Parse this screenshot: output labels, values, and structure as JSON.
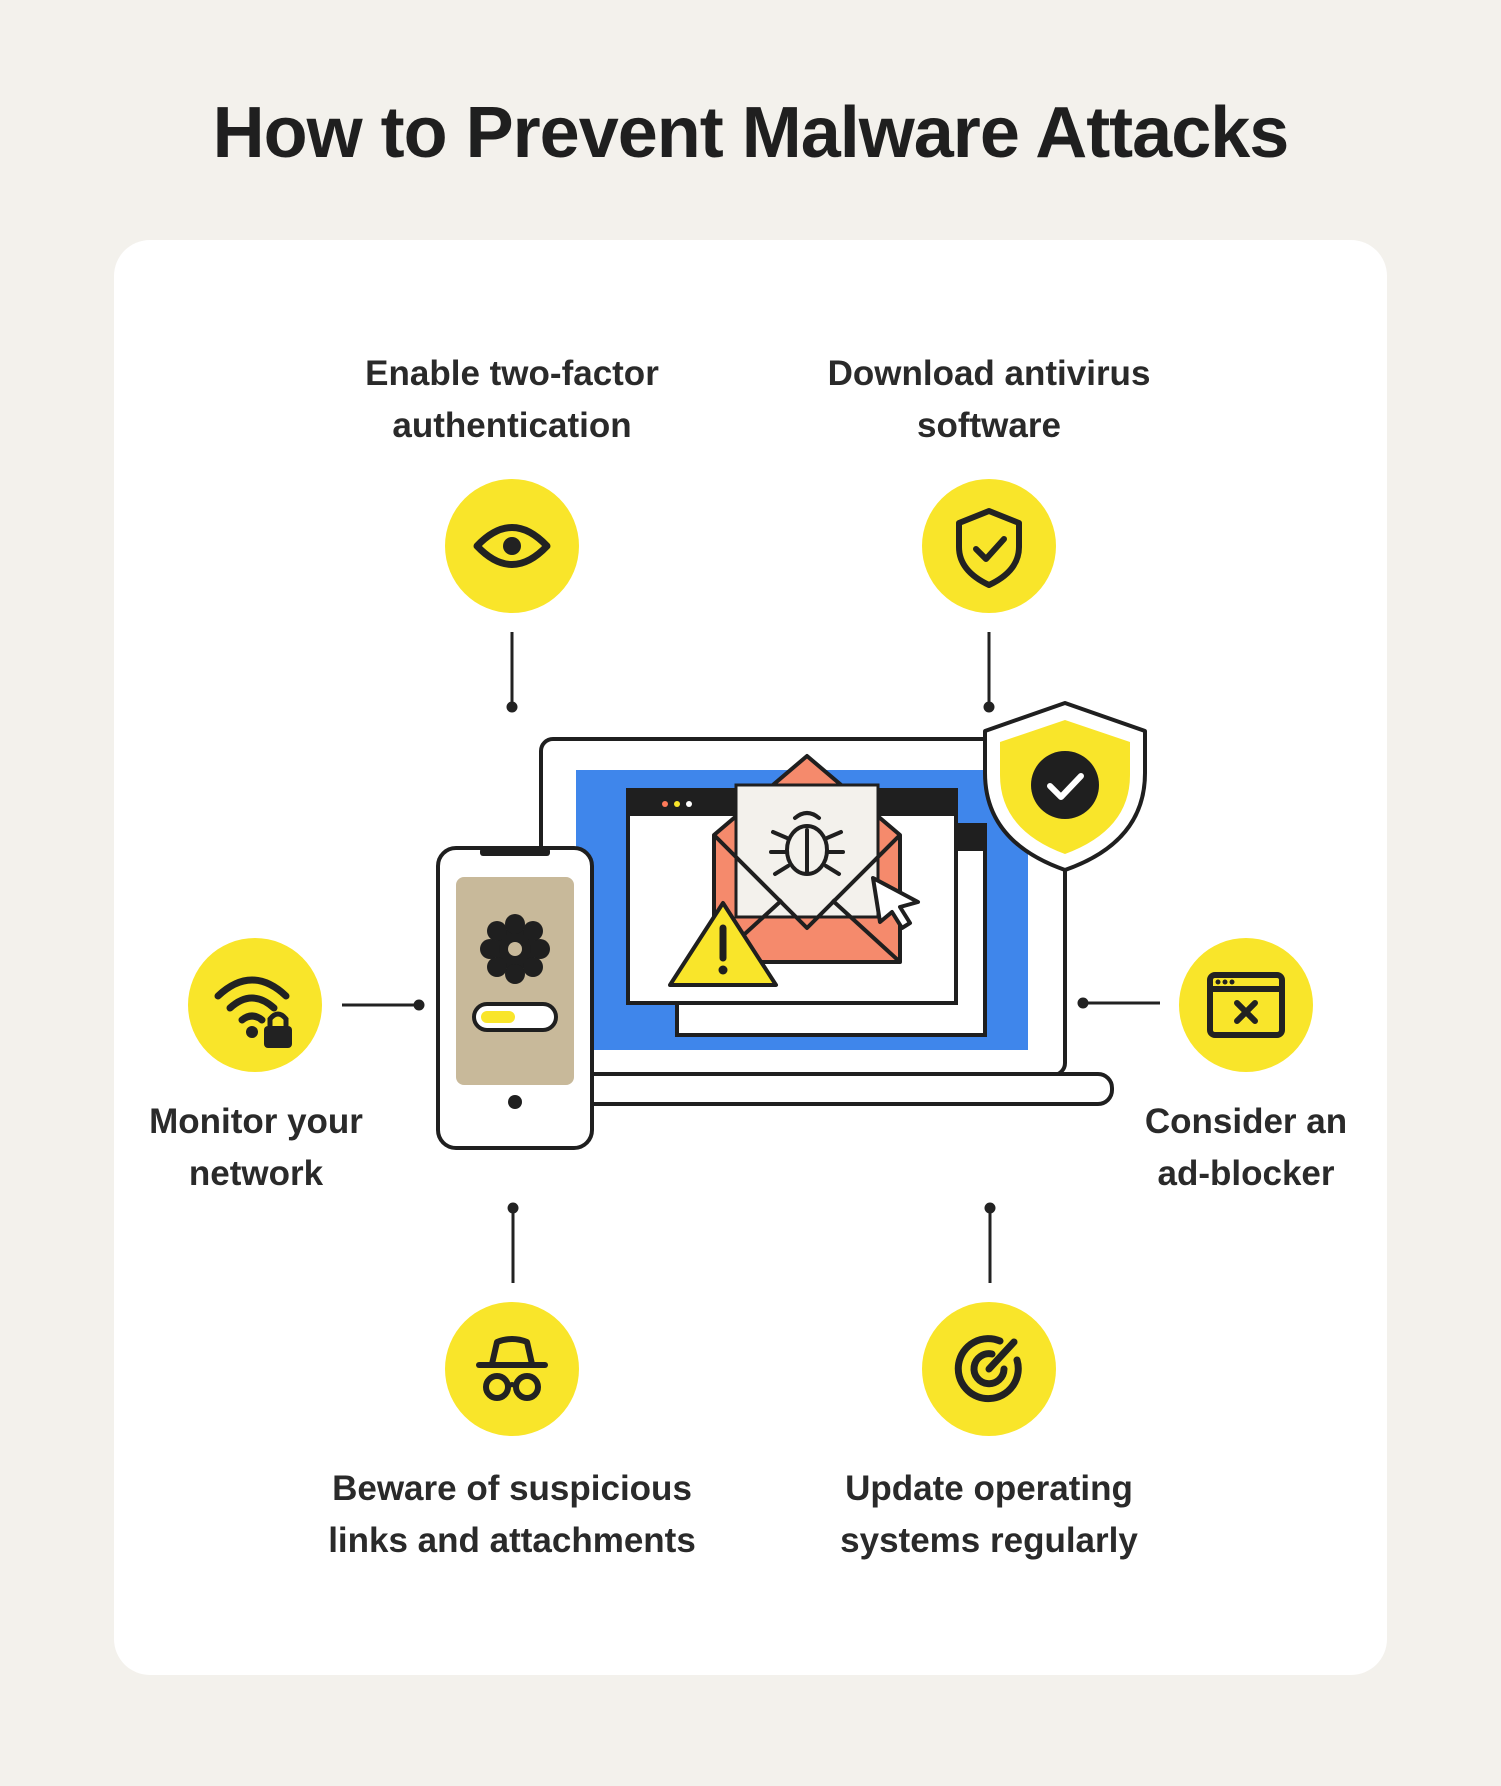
{
  "title": "How to Prevent Malware Attacks",
  "accent_color": "#f9e52a",
  "tips": [
    {
      "icon": "eye-icon",
      "line1": "Enable two-factor",
      "line2": "authentication"
    },
    {
      "icon": "shield-check-icon",
      "line1": "Download antivirus",
      "line2": "software"
    },
    {
      "icon": "wifi-lock-icon",
      "line1": "Monitor your",
      "line2": "network"
    },
    {
      "icon": "browser-close-icon",
      "line1": "Consider an",
      "line2": "ad-blocker"
    },
    {
      "icon": "spy-hat-glasses-icon",
      "line1": "Beware of suspicious",
      "line2": "links and attachments"
    },
    {
      "icon": "refresh-target-icon",
      "line1": "Update operating",
      "line2": "systems regularly"
    }
  ]
}
